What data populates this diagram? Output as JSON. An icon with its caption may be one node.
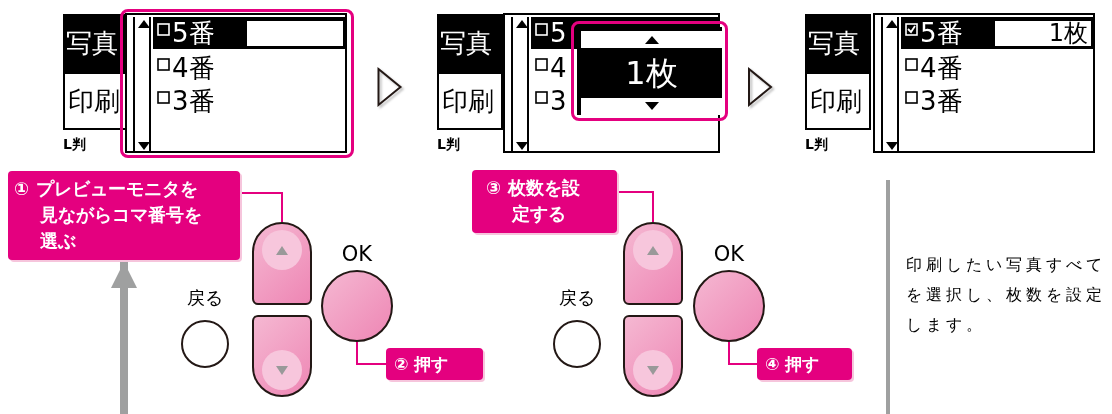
{
  "diagram": {
    "nodes": [
      {
        "text": [
          "写真",
          "印刷",
          "L判"
        ]
      },
      {
        "text": [
          "5番",
          "4番",
          "3番"
        ]
      },
      {
        "text": [
          "写真",
          "印刷",
          "L判"
        ]
      },
      {
        "text": [
          "5",
          "4",
          "3"
        ]
      },
      {
        "text": [
          "1枚"
        ],
        "in": 3
      },
      {
        "text": [
          "写真",
          "印刷",
          "L判"
        ]
      },
      {
        "text": [
          "5番",
          "1枚",
          "4番",
          "3番"
        ]
      },
      {
        "text": [
          "① プレビューモニタを見ながらコマ番号を選ぶ"
        ]
      },
      {
        "text": [],
        "shape": "box"
      },
      {
        "text": [
          "OK"
        ]
      },
      {
        "text": [
          "戻る"
        ]
      },
      {
        "text": [],
        "shape": "box"
      },
      {
        "text": [
          "② 押す"
        ]
      },
      {
        "text": [
          "③ 枚数を設定する"
        ]
      },
      {
        "text": [],
        "shape": "box"
      },
      {
        "text": [
          "OK"
        ]
      },
      {
        "text": [
          "戻る"
        ]
      },
      {
        "text": [],
        "shape": "box"
      },
      {
        "text": [
          "④ 押す"
        ]
      }
    ],
    "edges": [
      {
        "from": 1,
        "to": 2,
        "arrow": "to",
        "color": "#231815"
      },
      {
        "from": 3,
        "to": 5,
        "arrow": "to",
        "color": "#231815"
      },
      {
        "from": 7,
        "to": 8,
        "arrow": "none"
      },
      {
        "from": 12,
        "to": 9,
        "arrow": "none"
      },
      {
        "from": 13,
        "to": 14,
        "arrow": "none"
      },
      {
        "from": 18,
        "to": 15,
        "arrow": "none"
      },
      {
        "from": null,
        "to": 7,
        "arrow": "to",
        "style": "thick",
        "color": "#9fa0a0"
      }
    ],
    "labels": [
      "印刷したい写真すべてを選択し、枚数を設定します。"
    ]
  }
}
